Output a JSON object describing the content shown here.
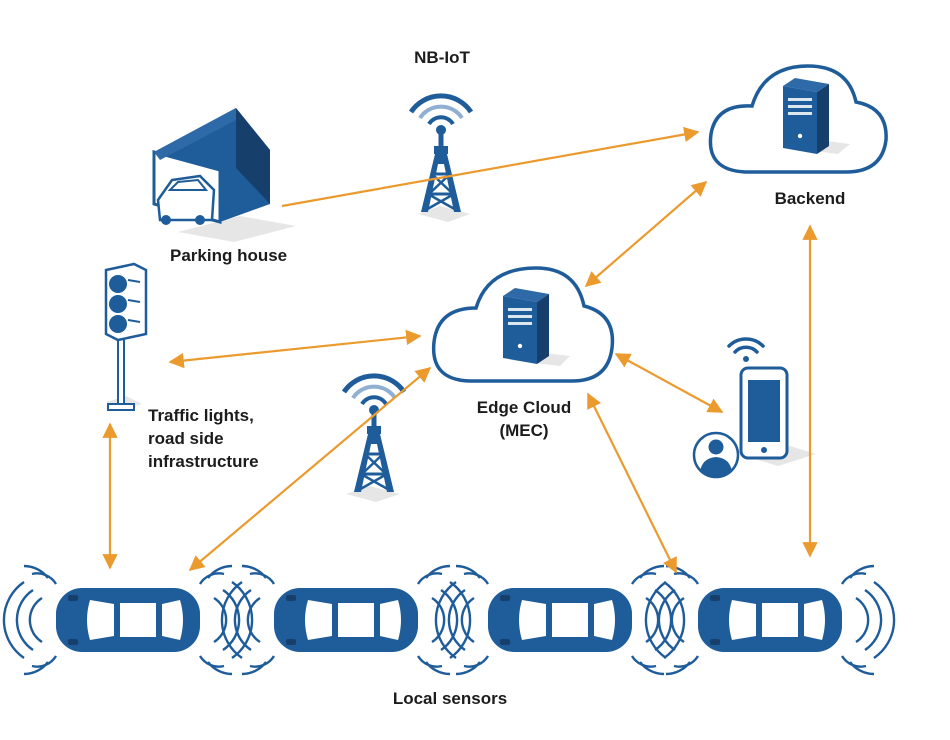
{
  "labels": {
    "nbiot": "NB-IoT",
    "parking": "Parking house",
    "backend": "Backend",
    "traffic_1": "Traffic lights,",
    "traffic_2": "road side",
    "traffic_3": "infrastructure",
    "edge_1": "Edge Cloud",
    "edge_2": "(MEC)",
    "sensors": "Local sensors"
  },
  "colors": {
    "primary_blue": "#1f5c9a",
    "dark_blue": "#173f6b",
    "arrow_orange": "#eb9a2e",
    "shadow_gray": "#e6e6e6",
    "text": "#1c1c1c"
  },
  "icons": [
    "cell-tower-icon",
    "cloud-server-icon",
    "garage-car-icon",
    "traffic-light-icon",
    "smartphone-icon",
    "person-icon",
    "wifi-icon",
    "car-icon",
    "sensor-waves-icon"
  ]
}
